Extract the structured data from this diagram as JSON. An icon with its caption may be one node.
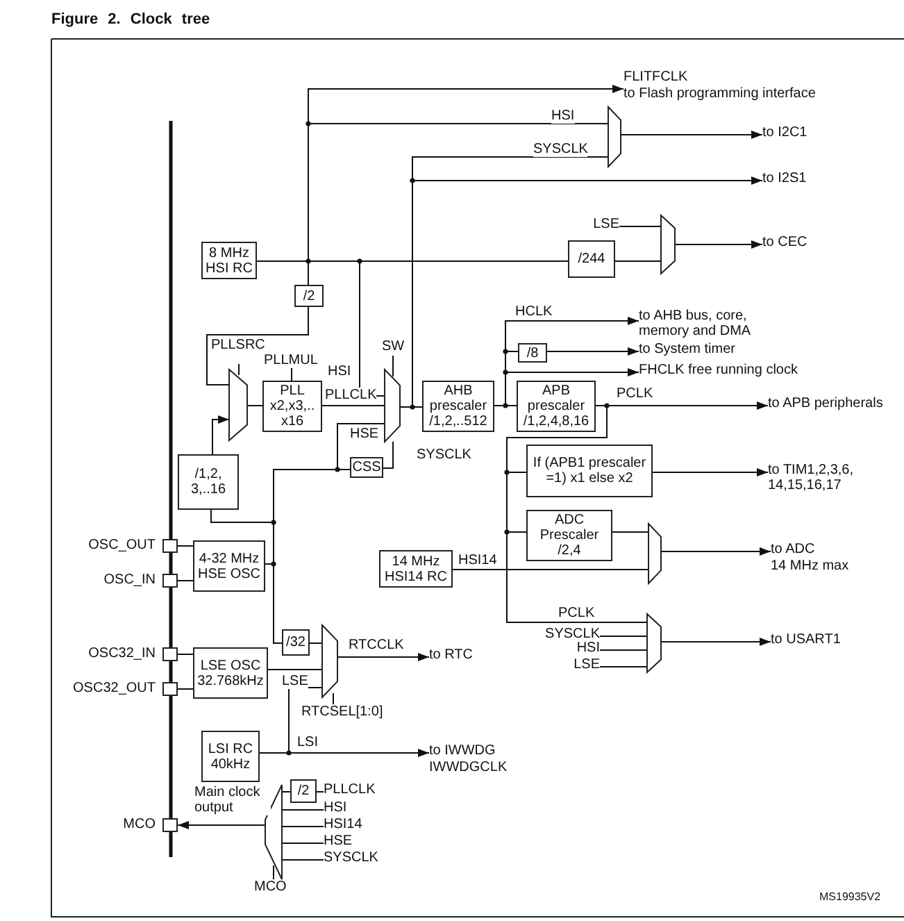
{
  "diagram": {
    "title": "Figure 2. Clock tree",
    "nodes": [
      {
        "text": [
          "FLITFCLK",
          "to Flash programming interface"
        ]
      },
      {
        "text": [],
        "shape": "trapezoid"
      },
      {
        "text": [
          "to I2C1"
        ]
      },
      {
        "text": [
          "to I2S1"
        ]
      },
      {
        "text": [
          "8 MHz HSI RC"
        ]
      },
      {
        "text": [
          "/244"
        ]
      },
      {
        "text": [],
        "shape": "trapezoid"
      },
      {
        "text": [
          "to CEC"
        ]
      },
      {
        "text": [
          "/2"
        ]
      },
      {
        "text": [],
        "shape": "trapezoid",
        "beside": [
          "PLLSRC"
        ]
      },
      {
        "text": [
          "PLL x2,x3,.. x16"
        ],
        "beside": [
          "PLLMUL"
        ]
      },
      {
        "text": [],
        "shape": "trapezoid",
        "beside": [
          "SW"
        ]
      },
      {
        "text": [
          "AHB prescaler /1,2,..512"
        ]
      },
      {
        "text": [
          "to AHB bus, core, memory and DMA"
        ]
      },
      {
        "text": [
          "/8"
        ]
      },
      {
        "text": [
          "to System timer"
        ]
      },
      {
        "text": [
          "FHCLK free running clock"
        ]
      },
      {
        "text": [
          "APB prescaler /1,2,4,8,16"
        ]
      },
      {
        "text": [
          "to APB peripherals"
        ]
      },
      {
        "text": [
          "CSS"
        ]
      },
      {
        "text": [
          "/1,2, 3,..16"
        ]
      },
      {
        "text": [
          "If (APB1 prescaler =1) x1 else x2"
        ]
      },
      {
        "text": [
          "to TIM1,2,3,6, 14,15,16,17"
        ]
      },
      {
        "text": [],
        "shape": "box",
        "beside": [
          "OSC_OUT"
        ]
      },
      {
        "text": [
          "4-32 MHz HSE OSC"
        ]
      },
      {
        "text": [],
        "shape": "box",
        "beside": [
          "OSC_IN"
        ]
      },
      {
        "text": [
          "ADC Prescaler /2,4"
        ]
      },
      {
        "text": [
          "14 MHz HSI14 RC"
        ]
      },
      {
        "text": [],
        "shape": "trapezoid"
      },
      {
        "text": [
          "to ADC",
          "14 MHz max"
        ]
      },
      {
        "text": [],
        "shape": "trapezoid"
      },
      {
        "text": [
          "to USART1"
        ]
      },
      {
        "text": [],
        "shape": "box",
        "beside": [
          "OSC32_IN"
        ]
      },
      {
        "text": [
          "LSE OSC 32.768kHz"
        ]
      },
      {
        "text": [],
        "shape": "box",
        "beside": [
          "OSC32_OUT"
        ]
      },
      {
        "text": [
          "/32"
        ]
      },
      {
        "text": [],
        "shape": "trapezoid",
        "beside": [
          "RTCSEL[1:0]"
        ]
      },
      {
        "text": [
          "to RTC"
        ]
      },
      {
        "text": [
          "LSI RC 40kHz"
        ]
      },
      {
        "text": [
          "to IWWDG",
          "IWWDGCLK"
        ]
      },
      {
        "text": [],
        "shape": "box",
        "beside": [
          "MCO"
        ]
      },
      {
        "text": [],
        "shape": "trapezoid",
        "beside": [
          "MCO"
        ]
      },
      {
        "text": [
          "/2"
        ]
      },
      {
        "text": [
          "PLLCLK"
        ]
      },
      {
        "text": [
          "HSI"
        ]
      },
      {
        "text": [
          "HSI14"
        ]
      },
      {
        "text": [
          "HSE"
        ]
      },
      {
        "text": [
          "SYSCLK"
        ]
      },
      {
        "text": [
          "SYSCLK"
        ]
      },
      {
        "text": [
          "HSI"
        ]
      },
      {
        "text": [
          "LSE"
        ]
      },
      {
        "text": [
          "LSE"
        ]
      }
    ],
    "edges": [
      {
        "from": 4,
        "to": 0,
        "arrow": "to"
      },
      {
        "from": 4,
        "to": 1,
        "arrow": "none",
        "label": "HSI"
      },
      {
        "from": 4,
        "to": 5,
        "arrow": "none"
      },
      {
        "from": 4,
        "to": 8,
        "arrow": "none"
      },
      {
        "from": 4,
        "to": 11,
        "arrow": "none",
        "label": "HSI"
      },
      {
        "from": 8,
        "to": 9,
        "arrow": "none"
      },
      {
        "from": 20,
        "to": 9,
        "arrow": "to"
      },
      {
        "from": 9,
        "to": 10,
        "arrow": "none"
      },
      {
        "from": 10,
        "to": 11,
        "arrow": "none",
        "label": "PLLCLK"
      },
      {
        "from": 11,
        "to": 12,
        "arrow": "none",
        "label": "SYSCLK"
      },
      {
        "from": 11,
        "to": 1,
        "arrow": "none",
        "label": "SYSCLK"
      },
      {
        "from": 11,
        "to": 3,
        "arrow": "to"
      },
      {
        "from": 1,
        "to": 2,
        "arrow": "to"
      },
      {
        "from": 5,
        "to": 6,
        "arrow": "none"
      },
      {
        "from": 51,
        "to": 6,
        "arrow": "none"
      },
      {
        "from": 6,
        "to": 7,
        "arrow": "to"
      },
      {
        "from": 12,
        "to": 13,
        "arrow": "to",
        "label": "HCLK"
      },
      {
        "from": 12,
        "to": 14,
        "arrow": "none"
      },
      {
        "from": 14,
        "to": 15,
        "arrow": "to"
      },
      {
        "from": 12,
        "to": 16,
        "arrow": "to"
      },
      {
        "from": 12,
        "to": 17,
        "arrow": "none"
      },
      {
        "from": 17,
        "to": 18,
        "arrow": "to",
        "label": "PCLK"
      },
      {
        "from": 17,
        "to": 21,
        "arrow": "none"
      },
      {
        "from": 21,
        "to": 22,
        "arrow": "to"
      },
      {
        "from": 17,
        "to": 26,
        "arrow": "none"
      },
      {
        "from": 17,
        "to": 30,
        "arrow": "none",
        "label": "PCLK"
      },
      {
        "from": 26,
        "to": 28,
        "arrow": "none"
      },
      {
        "from": 27,
        "to": 28,
        "arrow": "none",
        "label": "HSI14"
      },
      {
        "from": 28,
        "to": 29,
        "arrow": "to"
      },
      {
        "from": 48,
        "to": 30,
        "arrow": "none"
      },
      {
        "from": 49,
        "to": 30,
        "arrow": "none"
      },
      {
        "from": 50,
        "to": 30,
        "arrow": "none"
      },
      {
        "from": 30,
        "to": 31,
        "arrow": "to"
      },
      {
        "from": 23,
        "to": 24,
        "arrow": "none"
      },
      {
        "from": 25,
        "to": 24,
        "arrow": "none"
      },
      {
        "from": 24,
        "to": 11,
        "arrow": "none",
        "label": "HSE"
      },
      {
        "from": 24,
        "to": 19,
        "arrow": "none"
      },
      {
        "from": 19,
        "to": 11,
        "arrow": "none"
      },
      {
        "from": 24,
        "to": 20,
        "arrow": "none"
      },
      {
        "from": 24,
        "to": 35,
        "arrow": "none"
      },
      {
        "from": 35,
        "to": 36,
        "arrow": "none"
      },
      {
        "from": 32,
        "to": 33,
        "arrow": "none"
      },
      {
        "from": 34,
        "to": 33,
        "arrow": "none"
      },
      {
        "from": 33,
        "to": 36,
        "arrow": "none",
        "label": "LSE"
      },
      {
        "from": 38,
        "to": 36,
        "arrow": "none"
      },
      {
        "from": 38,
        "to": 39,
        "arrow": "to",
        "label": "LSI"
      },
      {
        "from": 36,
        "to": 37,
        "arrow": "to",
        "label": "RTCCLK"
      },
      {
        "from": 41,
        "to": 40,
        "arrow": "to",
        "label": "Main clock output"
      },
      {
        "from": 43,
        "to": 42,
        "arrow": "none"
      },
      {
        "from": 42,
        "to": 41,
        "arrow": "none"
      },
      {
        "from": 44,
        "to": 41,
        "arrow": "none"
      },
      {
        "from": 45,
        "to": 41,
        "arrow": "none"
      },
      {
        "from": 46,
        "to": 41,
        "arrow": "none"
      },
      {
        "from": 47,
        "to": 41,
        "arrow": "none"
      }
    ],
    "labels": [
      "MS19935V2"
    ]
  }
}
